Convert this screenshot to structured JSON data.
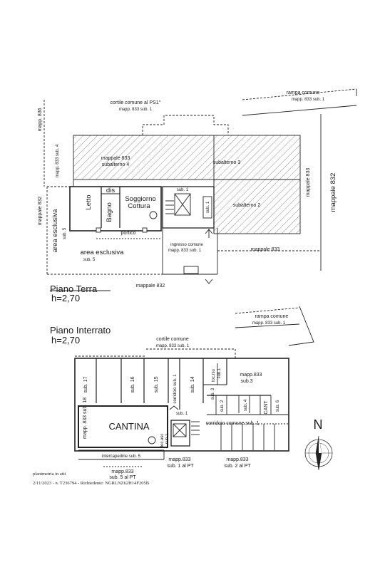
{
  "ground_floor": {
    "title": "Piano Terra",
    "height": "h=2,70",
    "cortile": "cortile comune  al PS1°",
    "cortile_ref": "mapp. 833 sub. 1",
    "rampa": "rampa comune",
    "rampa_ref": "mapp. 833 sub. 1",
    "mapp836": "mapp. 836",
    "mapp833_sub4_v": "mapp. 833 sub. 4",
    "mappale833": "mappale 833",
    "subalterno4": "subalterno 4",
    "subalterno3": "subalterno 3",
    "subalterno2": "subalterno 2",
    "mappale833_v": "mappale 833",
    "mappale832_right": "mappale 832",
    "mappale832_left": "mappale 832",
    "dis": "dis",
    "letto": "Letto",
    "bagno": "Bagno",
    "soggiorno": "Soggiorno",
    "cottura": "Cottura",
    "sub1_stair": "sub. 1",
    "sub1_v": "sub. 1",
    "portico": "portico",
    "area_excl_v": "area esclusiva",
    "sub5_v": "sub. 5",
    "area_excl": "area esclusiva",
    "sub5": "sub. 5",
    "ingresso": "ingresso comune",
    "ingresso_ref": "mapp. 833 sub. 1",
    "mappale833_bottom": "mappale 833",
    "mappale832_bottom": "mappale 832"
  },
  "basement": {
    "title": "Piano Interrato",
    "height": "h=2,70",
    "rampa": "rampa comune",
    "rampa_ref": "mapp. 833 sub. 1",
    "cortile": "cortile comune",
    "cortile_ref": "mapp. 833 sub. 1",
    "sub17": "sub. 17",
    "sub16": "sub. 16",
    "sub15": "sub. 15",
    "corridoio_v": "corridoio sub. 1",
    "sub14": "sub. 14",
    "loc_rsu": "loc.rsu",
    "loc_rsu_sub": "sub.1",
    "mapp833": "mapp.833",
    "sub3_label": "sub.3",
    "sub3": "sub. 3",
    "sub2": "sub. 2",
    "sub4": "sub. 4",
    "cant": "CANT",
    "sub6": "sub. 6",
    "mapp833_sub18": "mapp. 833 sub. 18",
    "sub1": "sub. 1",
    "corridoio": "corridoio comune sub. 1",
    "cantina": "CANTINA",
    "loc_ascensore": "loc.asc",
    "loc_asc_sub": "sub.1",
    "intercapedine": "intercapedine sub. 5",
    "mapp833_a": "mapp.833",
    "sub5_pt": "sub. 5 al PT",
    "mapp833_b": "mapp.833",
    "sub1_pt": "sub. 1 al PT",
    "mapp833_c": "mapp.833",
    "sub2_pt": "sub. 2 al PT",
    "north": "N"
  },
  "footer": {
    "line1": "planimetria in atti",
    "line2": "2/11/2023 - n. T236794 - Richiedente: NGRLNZ62H14F205B"
  }
}
